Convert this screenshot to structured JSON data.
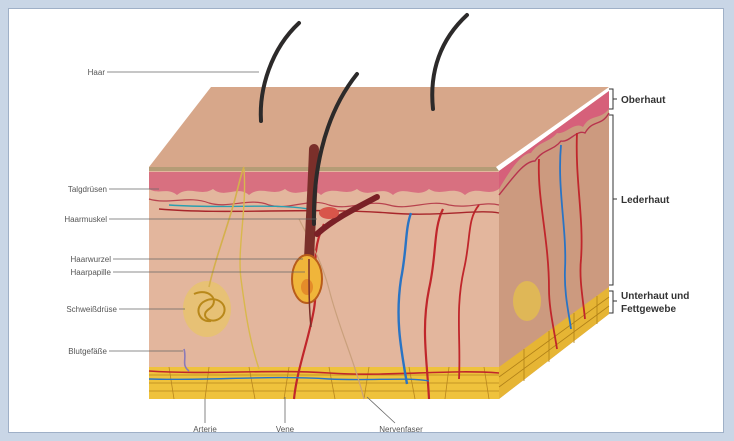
{
  "labels": {
    "haar": "Haar",
    "talgdruesen": "Talgdrüsen",
    "haarmuskel": "Haarmuskel",
    "haarwurzel": "Haarwurzel",
    "haarpapille": "Haarpapille",
    "schweissdruese": "Schweißdrüse",
    "blutgefaesse": "Blutgefäße",
    "arterie": "Arterie",
    "vene": "Vene",
    "nervenfaser": "Nervenfaser"
  },
  "layers": {
    "oberhaut": "Oberhaut",
    "lederhaut": "Lederhaut",
    "unterhaut_1": "Unterhaut und",
    "unterhaut_2": "Fettgewebe"
  },
  "colors": {
    "skin_top": "#d9a98b",
    "skin_front": "#e2b59c",
    "skin_side": "#c9987d",
    "epidermis": "#d97383",
    "fat": "#f0c23a",
    "artery": "#c0262b",
    "vein": "#2a74c4",
    "hair": "#2c2a2a",
    "gland": "#e8c24a"
  }
}
